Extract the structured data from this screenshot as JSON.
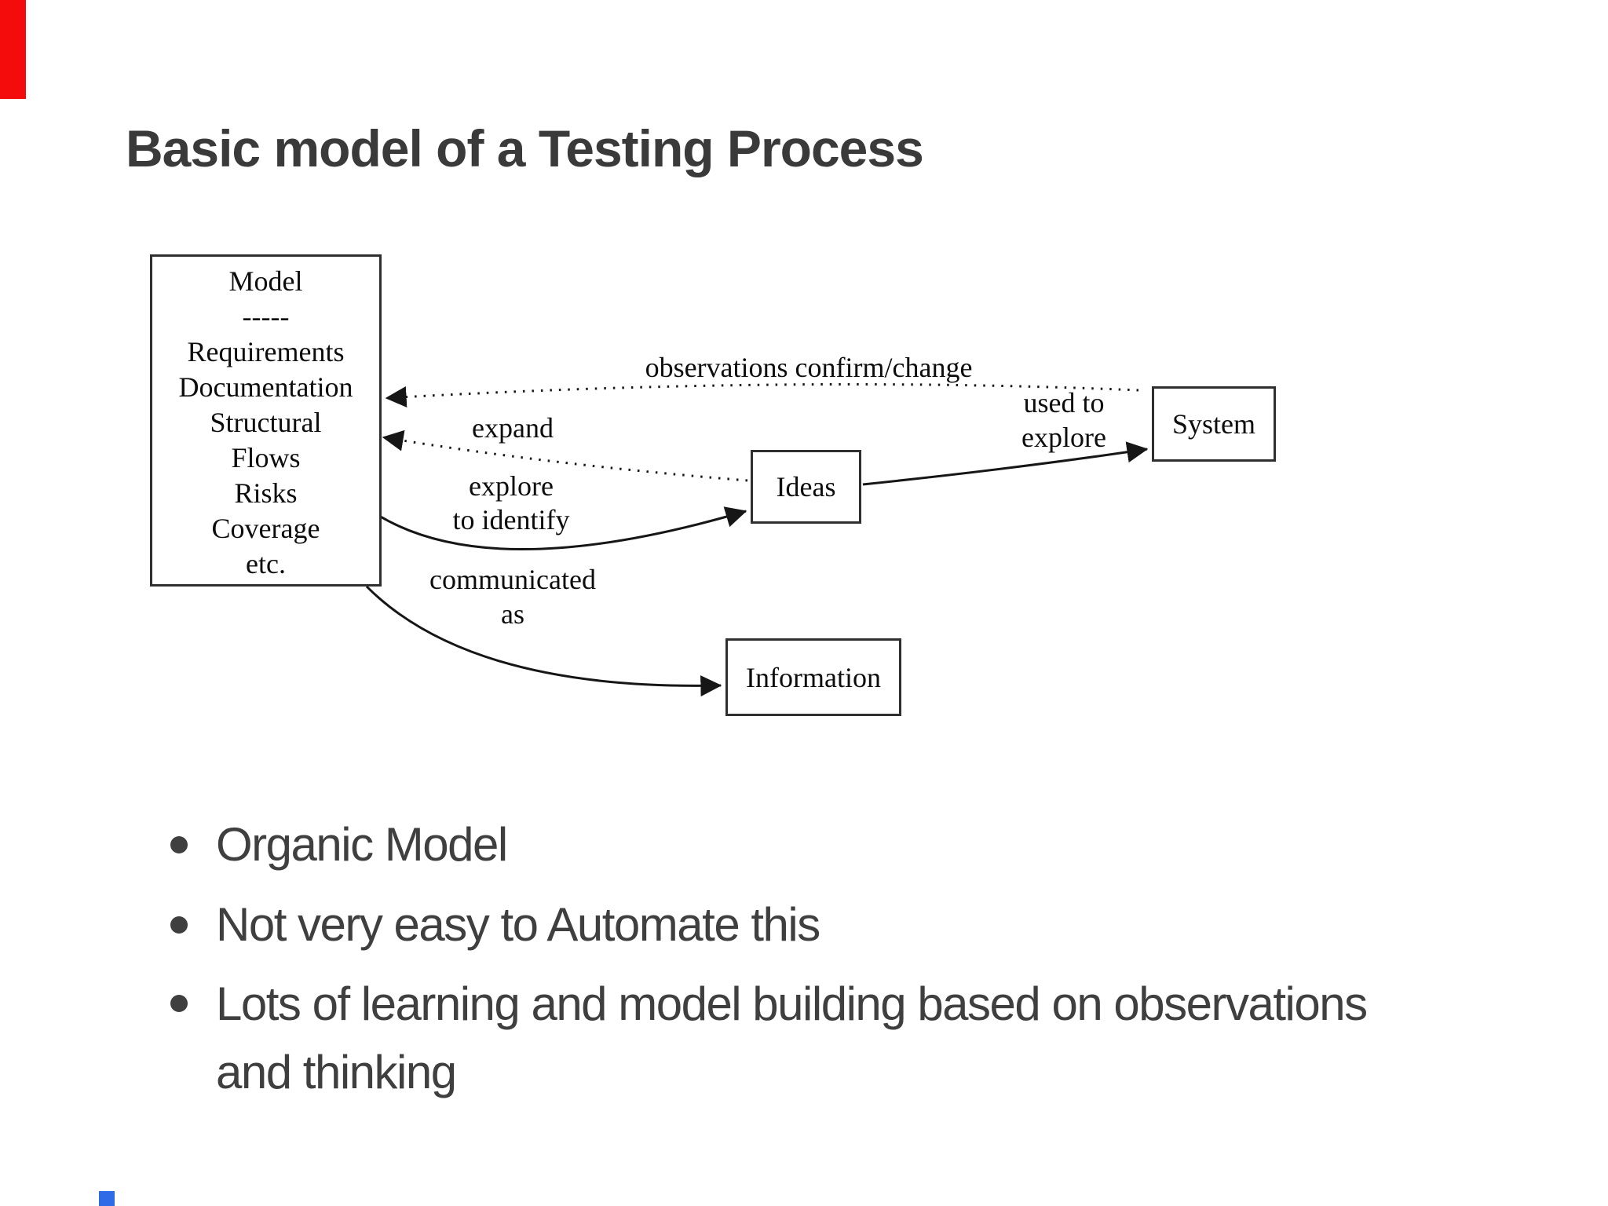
{
  "accents": {
    "red_bar_color": "#f40b0b",
    "blue_bar_color": "#2f6be6"
  },
  "title": "Basic model of a Testing Process",
  "diagram": {
    "model_box": {
      "lines": [
        "Model",
        "-----",
        "Requirements",
        "Documentation",
        "Structural",
        "Flows",
        "Risks",
        "Coverage",
        "etc."
      ]
    },
    "ideas_box": {
      "label": "Ideas"
    },
    "system_box": {
      "label": "System"
    },
    "information_box": {
      "label": "Information"
    },
    "edge_labels": {
      "observations": "observations confirm/change",
      "expand": "expand",
      "used_to_explore": "used to\nexplore",
      "explore_to_identify": "explore\nto identify",
      "communicated_as": "communicated\nas"
    },
    "line_color": "#161616"
  },
  "bullets": [
    "Organic Model",
    "Not very easy to Automate this",
    "Lots of learning and model building based on observations\nand thinking"
  ]
}
